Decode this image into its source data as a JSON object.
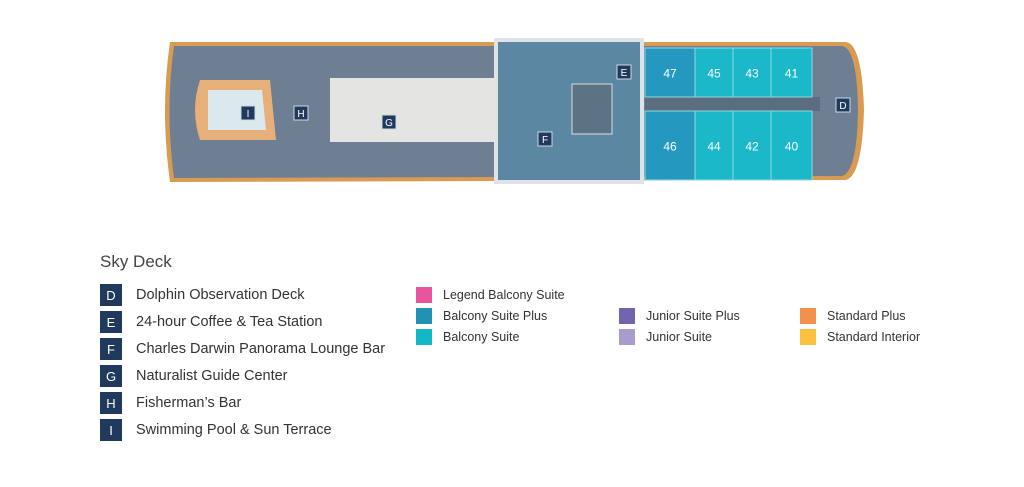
{
  "deck_title": "Sky Deck",
  "markers": [
    "D",
    "E",
    "F",
    "G",
    "H",
    "I"
  ],
  "cabins_top": [
    "47",
    "45",
    "43",
    "41"
  ],
  "cabins_bottom": [
    "46",
    "44",
    "42",
    "40"
  ],
  "facilities": [
    {
      "key": "D",
      "label": "Dolphin Observation Deck"
    },
    {
      "key": "E",
      "label": "24-hour Coffee & Tea Station"
    },
    {
      "key": "F",
      "label": "Charles Darwin Panorama Lounge Bar"
    },
    {
      "key": "G",
      "label": "Naturalist Guide Center"
    },
    {
      "key": "H",
      "label": "Fisherman’s Bar"
    },
    {
      "key": "I",
      "label": "Swimming Pool & Sun Terrace"
    }
  ],
  "cabin_legend": [
    {
      "label": "Legend Balcony Suite",
      "color": "#e8559a"
    },
    {
      "label": "Balcony Suite Plus",
      "color": "#2191b4"
    },
    {
      "label": "Balcony Suite",
      "color": "#12b8c8"
    },
    {
      "label": "Junior Suite Plus",
      "color": "#7463ad"
    },
    {
      "label": "Junior Suite",
      "color": "#a99ccd"
    },
    {
      "label": "Standard Plus",
      "color": "#f2914c"
    },
    {
      "label": "Standard Interior",
      "color": "#fbc040"
    }
  ]
}
